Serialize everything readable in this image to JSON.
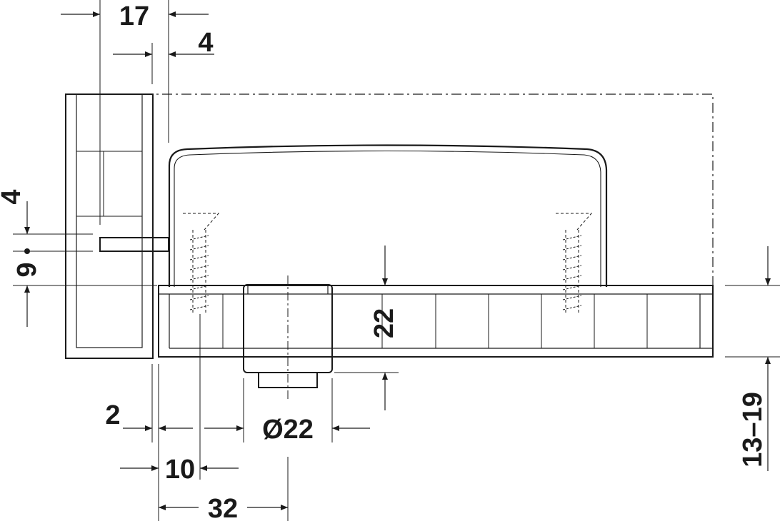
{
  "dimensions": {
    "top_width": "17",
    "top_gap": "4",
    "left_offset": "4",
    "pin_height": "9",
    "panel_thickness": "22",
    "bore_depth_range": "13–19",
    "edge_offset": "2",
    "hole_diameter": "Ø22",
    "screw_offset": "10",
    "center_distance": "32"
  },
  "colors": {
    "line": "#1a1a1a",
    "background": "#ffffff"
  }
}
